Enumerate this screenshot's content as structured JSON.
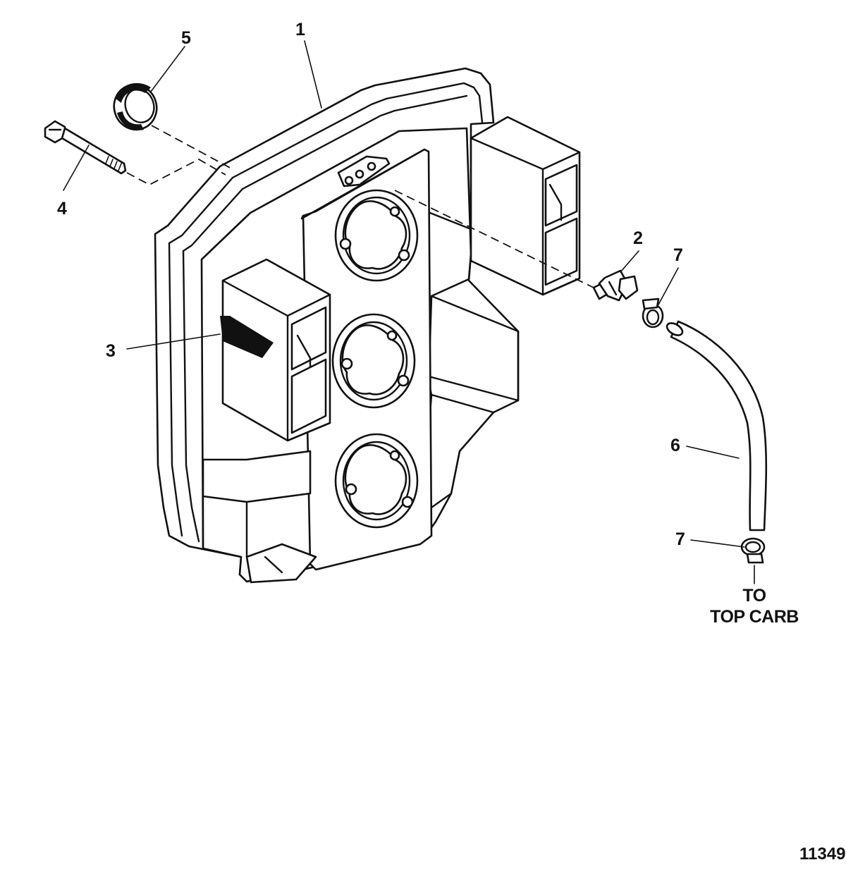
{
  "callouts": [
    {
      "id": "1",
      "label": "1"
    },
    {
      "id": "2",
      "label": "2"
    },
    {
      "id": "3",
      "label": "3"
    },
    {
      "id": "4",
      "label": "4"
    },
    {
      "id": "5",
      "label": "5"
    },
    {
      "id": "6",
      "label": "6"
    },
    {
      "id": "7a",
      "label": "7"
    },
    {
      "id": "7b",
      "label": "7"
    }
  ],
  "destination": {
    "line1": "TO",
    "line2": "TOP CARB"
  },
  "figure_number": "11349"
}
